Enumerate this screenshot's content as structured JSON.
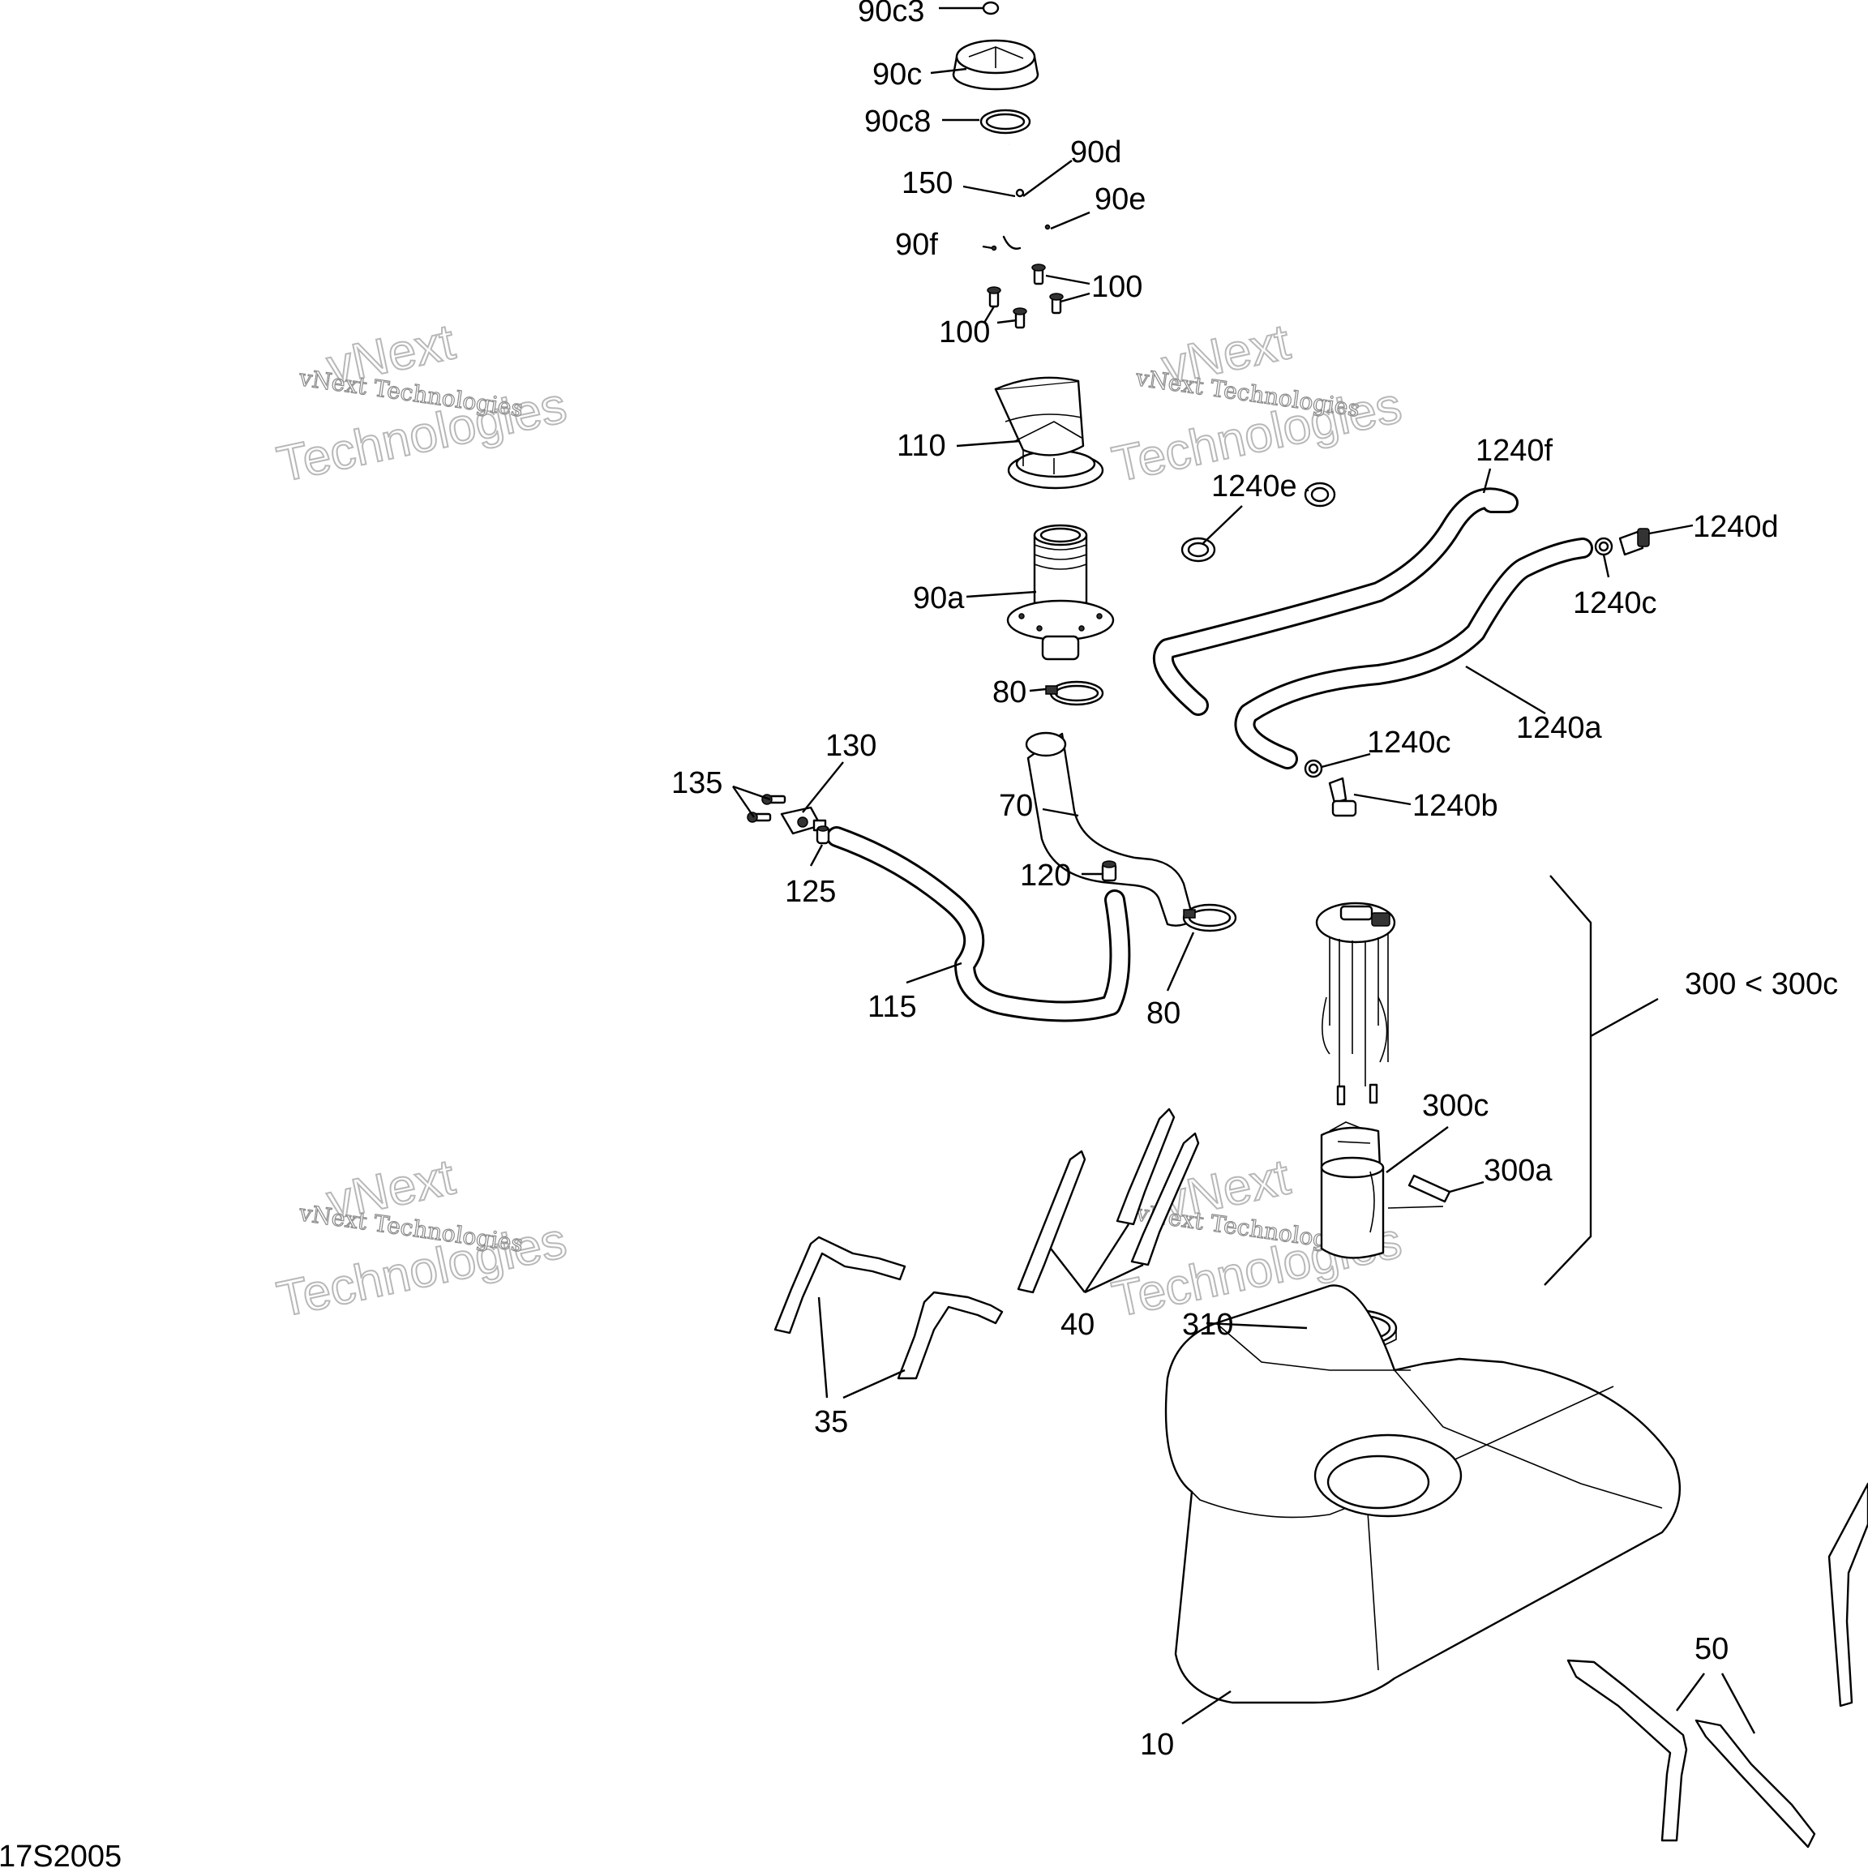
{
  "diagram": {
    "code": "17S2005",
    "watermark": {
      "line1": "vNext",
      "line2": "Technologies",
      "small": "vNext Technologies"
    },
    "callouts": {
      "c90c3": "90c3",
      "c90c": "90c",
      "c90c8": "90c8",
      "c90d": "90d",
      "c150": "150",
      "c90e": "90e",
      "c90f": "90f",
      "c100a": "100",
      "c100b": "100",
      "c110": "110",
      "c1240e": "1240e",
      "c1240f": "1240f",
      "c1240d": "1240d",
      "c1240c_top": "1240c",
      "c90a": "90a",
      "c80_top": "80",
      "c1240a": "1240a",
      "c1240c_bot": "1240c",
      "c130": "130",
      "c135": "135",
      "c70": "70",
      "c1240b": "1240b",
      "c125": "125",
      "c120": "120",
      "c300": "300 < 300c",
      "c115": "115",
      "c80_bot": "80",
      "c300c": "300c",
      "c300a": "300a",
      "c40": "40",
      "c310": "310",
      "c35": "35",
      "c50": "50",
      "c10": "10"
    }
  }
}
